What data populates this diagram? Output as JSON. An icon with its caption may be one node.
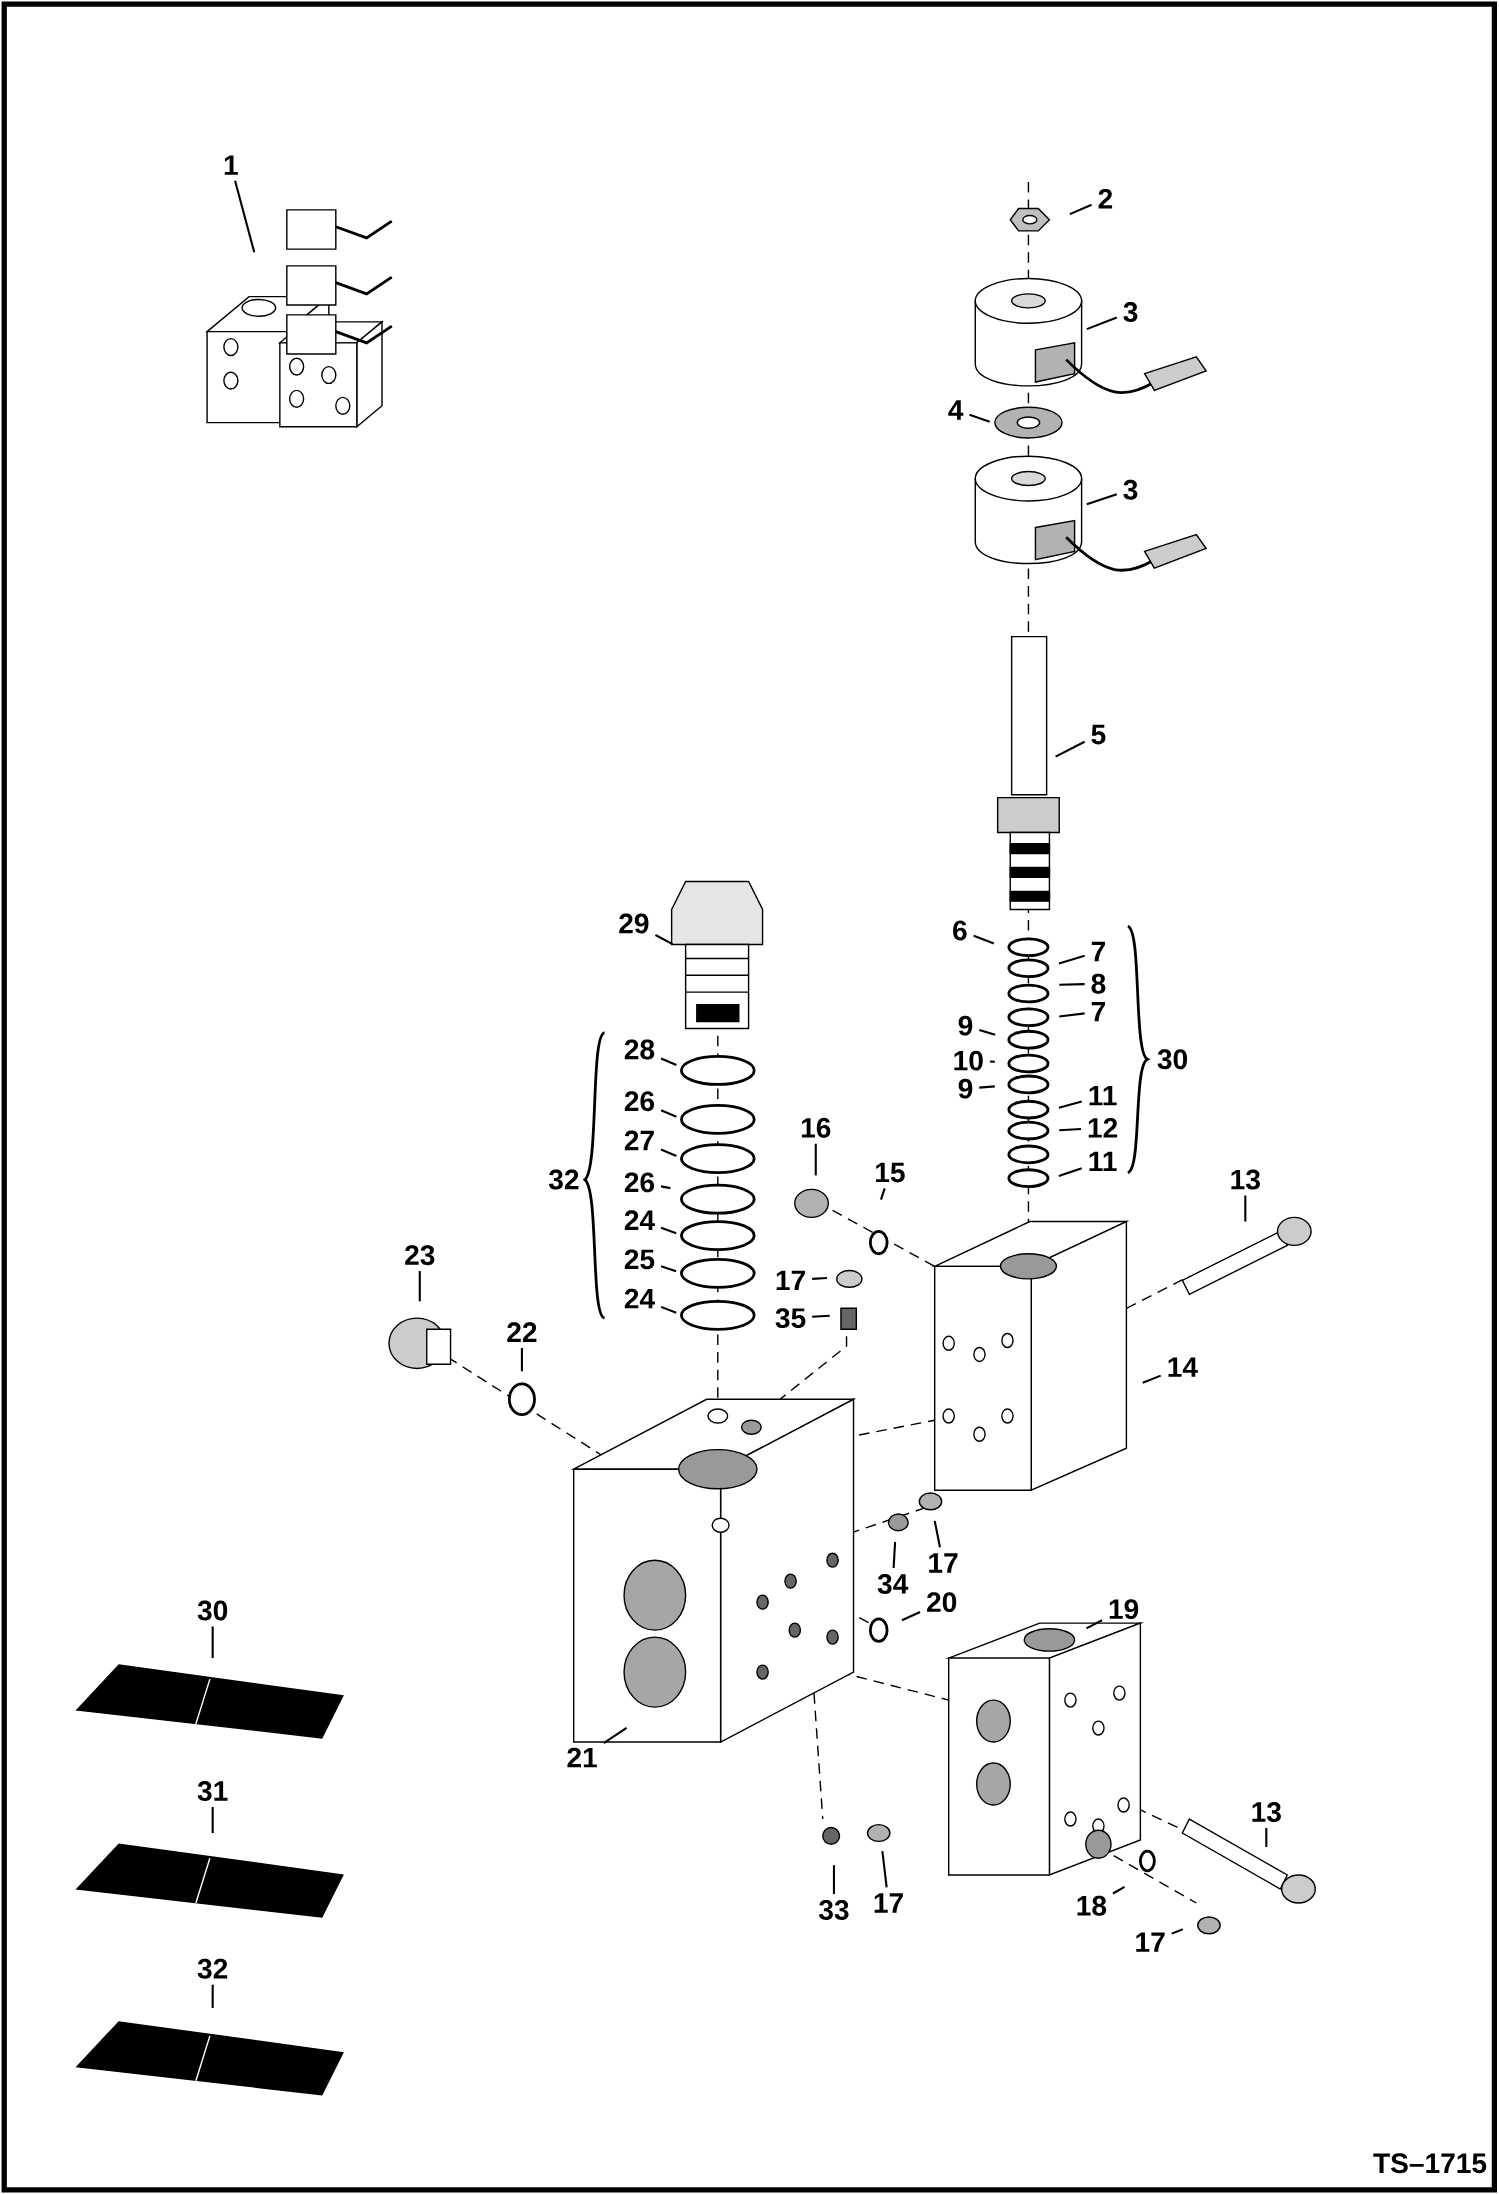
{
  "diagram": {
    "nodes": [
      {
        "text": [
          "1"
        ]
      },
      {
        "text": [
          "2"
        ]
      },
      {
        "text": [
          "3"
        ]
      },
      {
        "text": [
          "4"
        ]
      },
      {
        "text": [
          "3"
        ]
      },
      {
        "text": [
          "5"
        ]
      },
      {
        "text": [
          "29"
        ]
      },
      {
        "text": [
          "6"
        ]
      },
      {
        "text": [
          "7"
        ]
      },
      {
        "text": [
          "8"
        ]
      },
      {
        "text": [
          "7"
        ]
      },
      {
        "text": [
          "9"
        ]
      },
      {
        "text": [
          "28"
        ]
      },
      {
        "text": [
          "10"
        ]
      },
      {
        "text": [
          "9"
        ]
      },
      {
        "text": [
          "11"
        ]
      },
      {
        "text": [
          "26"
        ]
      },
      {
        "text": [
          "12"
        ]
      },
      {
        "text": [
          "16"
        ]
      },
      {
        "text": [
          "27"
        ]
      },
      {
        "text": [
          "11"
        ]
      },
      {
        "text": [
          "13"
        ]
      },
      {
        "text": [
          "15"
        ]
      },
      {
        "text": [
          "26"
        ]
      },
      {
        "text": [
          "24"
        ]
      },
      {
        "text": [
          "23"
        ]
      },
      {
        "text": [
          "25"
        ]
      },
      {
        "text": [
          "17"
        ]
      },
      {
        "text": [
          "24"
        ]
      },
      {
        "text": [
          "35"
        ]
      },
      {
        "text": [
          "22"
        ]
      },
      {
        "text": [
          "14"
        ]
      },
      {
        "text": [
          "17"
        ]
      },
      {
        "text": [
          "34"
        ]
      },
      {
        "text": [
          "20"
        ]
      },
      {
        "text": [
          "19"
        ]
      },
      {
        "text": [
          "30"
        ]
      },
      {
        "text": [
          "21"
        ]
      },
      {
        "text": [
          "31"
        ]
      },
      {
        "text": [
          "13"
        ]
      },
      {
        "text": [
          "17"
        ]
      },
      {
        "text": [
          "18"
        ]
      },
      {
        "text": [
          "33"
        ]
      },
      {
        "text": [
          "17"
        ]
      },
      {
        "text": [
          "32"
        ]
      }
    ],
    "edges": [
      {
        "from": 0,
        "to": null,
        "arrow": "none"
      },
      {
        "from": 1,
        "to": null,
        "arrow": "none"
      },
      {
        "from": 2,
        "to": null,
        "arrow": "none"
      },
      {
        "from": 3,
        "to": null,
        "arrow": "none"
      },
      {
        "from": 4,
        "to": null,
        "arrow": "none"
      },
      {
        "from": 5,
        "to": null,
        "arrow": "none"
      },
      {
        "from": 6,
        "to": null,
        "arrow": "none"
      },
      {
        "from": 7,
        "to": null,
        "arrow": "none"
      },
      {
        "from": 8,
        "to": null,
        "arrow": "none"
      },
      {
        "from": 9,
        "to": null,
        "arrow": "none"
      },
      {
        "from": 10,
        "to": null,
        "arrow": "none"
      },
      {
        "from": 11,
        "to": null,
        "arrow": "none"
      },
      {
        "from": 12,
        "to": null,
        "arrow": "none"
      },
      {
        "from": 13,
        "to": null,
        "arrow": "none"
      },
      {
        "from": 14,
        "to": null,
        "arrow": "none"
      },
      {
        "from": 15,
        "to": null,
        "arrow": "none"
      },
      {
        "from": 16,
        "to": null,
        "arrow": "none"
      },
      {
        "from": 17,
        "to": null,
        "arrow": "none"
      },
      {
        "from": 18,
        "to": null,
        "arrow": "none"
      },
      {
        "from": 19,
        "to": null,
        "arrow": "none"
      },
      {
        "from": 20,
        "to": null,
        "arrow": "none"
      },
      {
        "from": 21,
        "to": null,
        "arrow": "none"
      },
      {
        "from": 22,
        "to": null,
        "arrow": "none"
      },
      {
        "from": 23,
        "to": null,
        "arrow": "none"
      },
      {
        "from": 24,
        "to": null,
        "arrow": "none"
      },
      {
        "from": 25,
        "to": null,
        "arrow": "none"
      },
      {
        "from": 26,
        "to": null,
        "arrow": "none"
      },
      {
        "from": 27,
        "to": null,
        "arrow": "none"
      },
      {
        "from": 28,
        "to": null,
        "arrow": "none"
      },
      {
        "from": 29,
        "to": null,
        "arrow": "none"
      },
      {
        "from": 30,
        "to": null,
        "arrow": "none"
      },
      {
        "from": 31,
        "to": null,
        "arrow": "none"
      },
      {
        "from": 32,
        "to": null,
        "arrow": "none"
      },
      {
        "from": 33,
        "to": null,
        "arrow": "none"
      },
      {
        "from": 34,
        "to": null,
        "arrow": "none"
      },
      {
        "from": 35,
        "to": null,
        "arrow": "none"
      },
      {
        "from": 36,
        "to": null,
        "arrow": "none"
      },
      {
        "from": 37,
        "to": null,
        "arrow": "none"
      },
      {
        "from": 38,
        "to": null,
        "arrow": "none"
      },
      {
        "from": 39,
        "to": null,
        "arrow": "none"
      },
      {
        "from": 40,
        "to": null,
        "arrow": "none"
      },
      {
        "from": 41,
        "to": null,
        "arrow": "none"
      },
      {
        "from": 42,
        "to": null,
        "arrow": "none"
      },
      {
        "from": 43,
        "to": null,
        "arrow": "none"
      },
      {
        "from": 44,
        "to": null,
        "arrow": "none"
      }
    ],
    "labels": [
      "30",
      "32",
      "TS–1715"
    ]
  }
}
